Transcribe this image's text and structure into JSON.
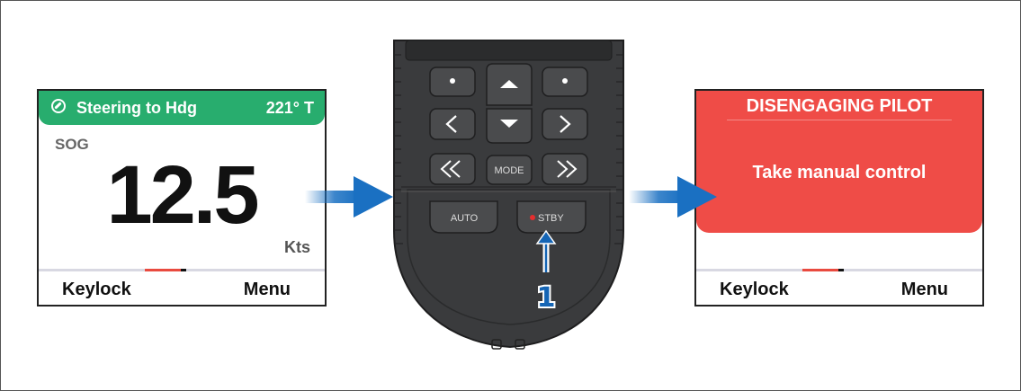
{
  "left_display": {
    "header_title": "Steering to Hdg",
    "heading": "221° T",
    "sog_label": "SOG",
    "sog_value": "12.5",
    "units": "Kts",
    "softkey_left": "Keylock",
    "softkey_right": "Menu",
    "icon": "compass-icon",
    "header_color": "#28ad6e"
  },
  "remote": {
    "mode_label": "MODE",
    "auto_label": "AUTO",
    "stby_label": "STBY",
    "callout_number": "1",
    "icons": [
      "dot-icon",
      "up-arrow-icon",
      "down-arrow-icon",
      "left-chevron-icon",
      "right-chevron-icon",
      "double-left-chevron-icon",
      "double-right-chevron-icon"
    ]
  },
  "right_display": {
    "title": "DISENGAGING PILOT",
    "message": "Take manual control",
    "softkey_left": "Keylock",
    "softkey_right": "Menu",
    "alert_color": "#ef4c47"
  },
  "colors": {
    "arrow_blue": "#1a70c2",
    "callout_blue": "#1565b5",
    "remote_body": "#3a3b3d",
    "stby_led": "#e52e2e"
  }
}
